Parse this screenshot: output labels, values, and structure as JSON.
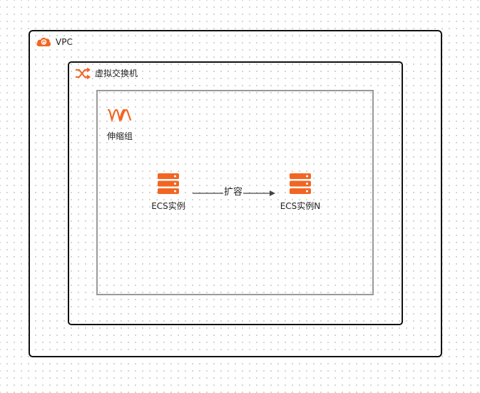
{
  "vpc": {
    "label": "VPC",
    "icon": "cloud-icon"
  },
  "vswitch": {
    "label": "虚拟交换机",
    "icon": "shuffle-icon"
  },
  "scaling_group": {
    "label": "伸缩组",
    "icon": "scaling-group-icon"
  },
  "ecs_left": {
    "label": "ECS实例",
    "icon": "server-icon"
  },
  "ecs_right": {
    "label": "ECS实例N",
    "icon": "server-icon"
  },
  "edge": {
    "label": "扩容"
  },
  "colors": {
    "accent": "#f26522",
    "border": "#111111",
    "inner_border": "#999999",
    "arrow": "#444444"
  }
}
